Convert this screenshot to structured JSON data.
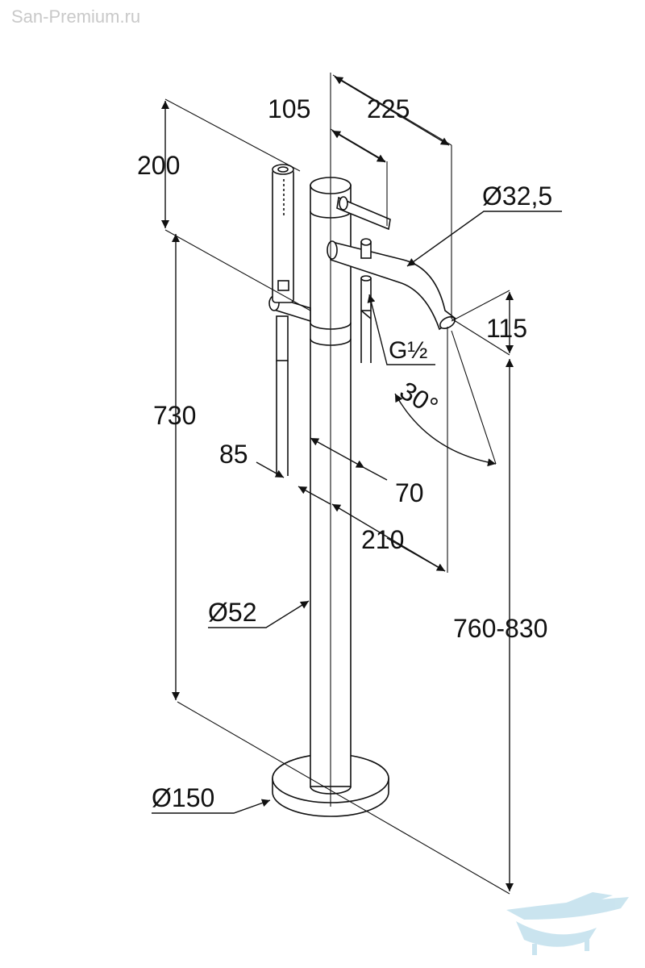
{
  "watermark": "San-Premium.ru",
  "dimensions": {
    "d105": "105",
    "d225": "225",
    "d200": "200",
    "d32_5": "Ø32,5",
    "d115": "115",
    "thread": "G½",
    "angle": "30°",
    "d730": "730",
    "d85": "85",
    "d70": "70",
    "d210": "210",
    "d52": "Ø52",
    "d760_830": "760-830",
    "d150": "Ø150"
  },
  "colors": {
    "line": "#111111",
    "watermark": "#c9c9c9",
    "logo": "#b9dcea"
  }
}
